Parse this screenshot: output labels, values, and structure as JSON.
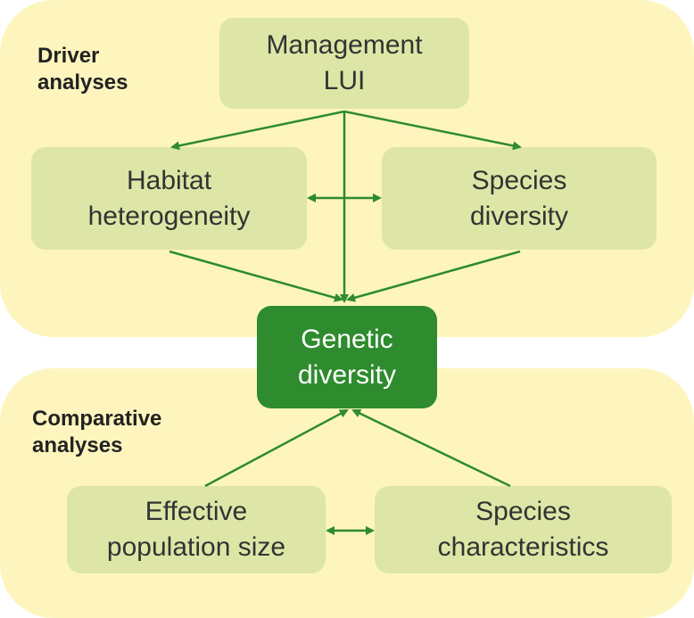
{
  "panels": {
    "driver": "Driver analyses",
    "comparative": "Comparative analyses"
  },
  "nodes": {
    "management": {
      "line1": "Management",
      "line2": "LUI"
    },
    "habitat": {
      "line1": "Habitat",
      "line2": "heterogeneity"
    },
    "species_diversity": {
      "line1": "Species",
      "line2": "diversity"
    },
    "genetic": {
      "line1": "Genetic",
      "line2": "diversity"
    },
    "effective": {
      "line1": "Effective",
      "line2": "population size"
    },
    "characteristics": {
      "line1": "Species",
      "line2": "characteristics"
    }
  },
  "colors": {
    "panel": "#fdf5bd",
    "box": "#dde6a6",
    "central": "#2e8b2e",
    "arrow": "#2e8b2e"
  }
}
